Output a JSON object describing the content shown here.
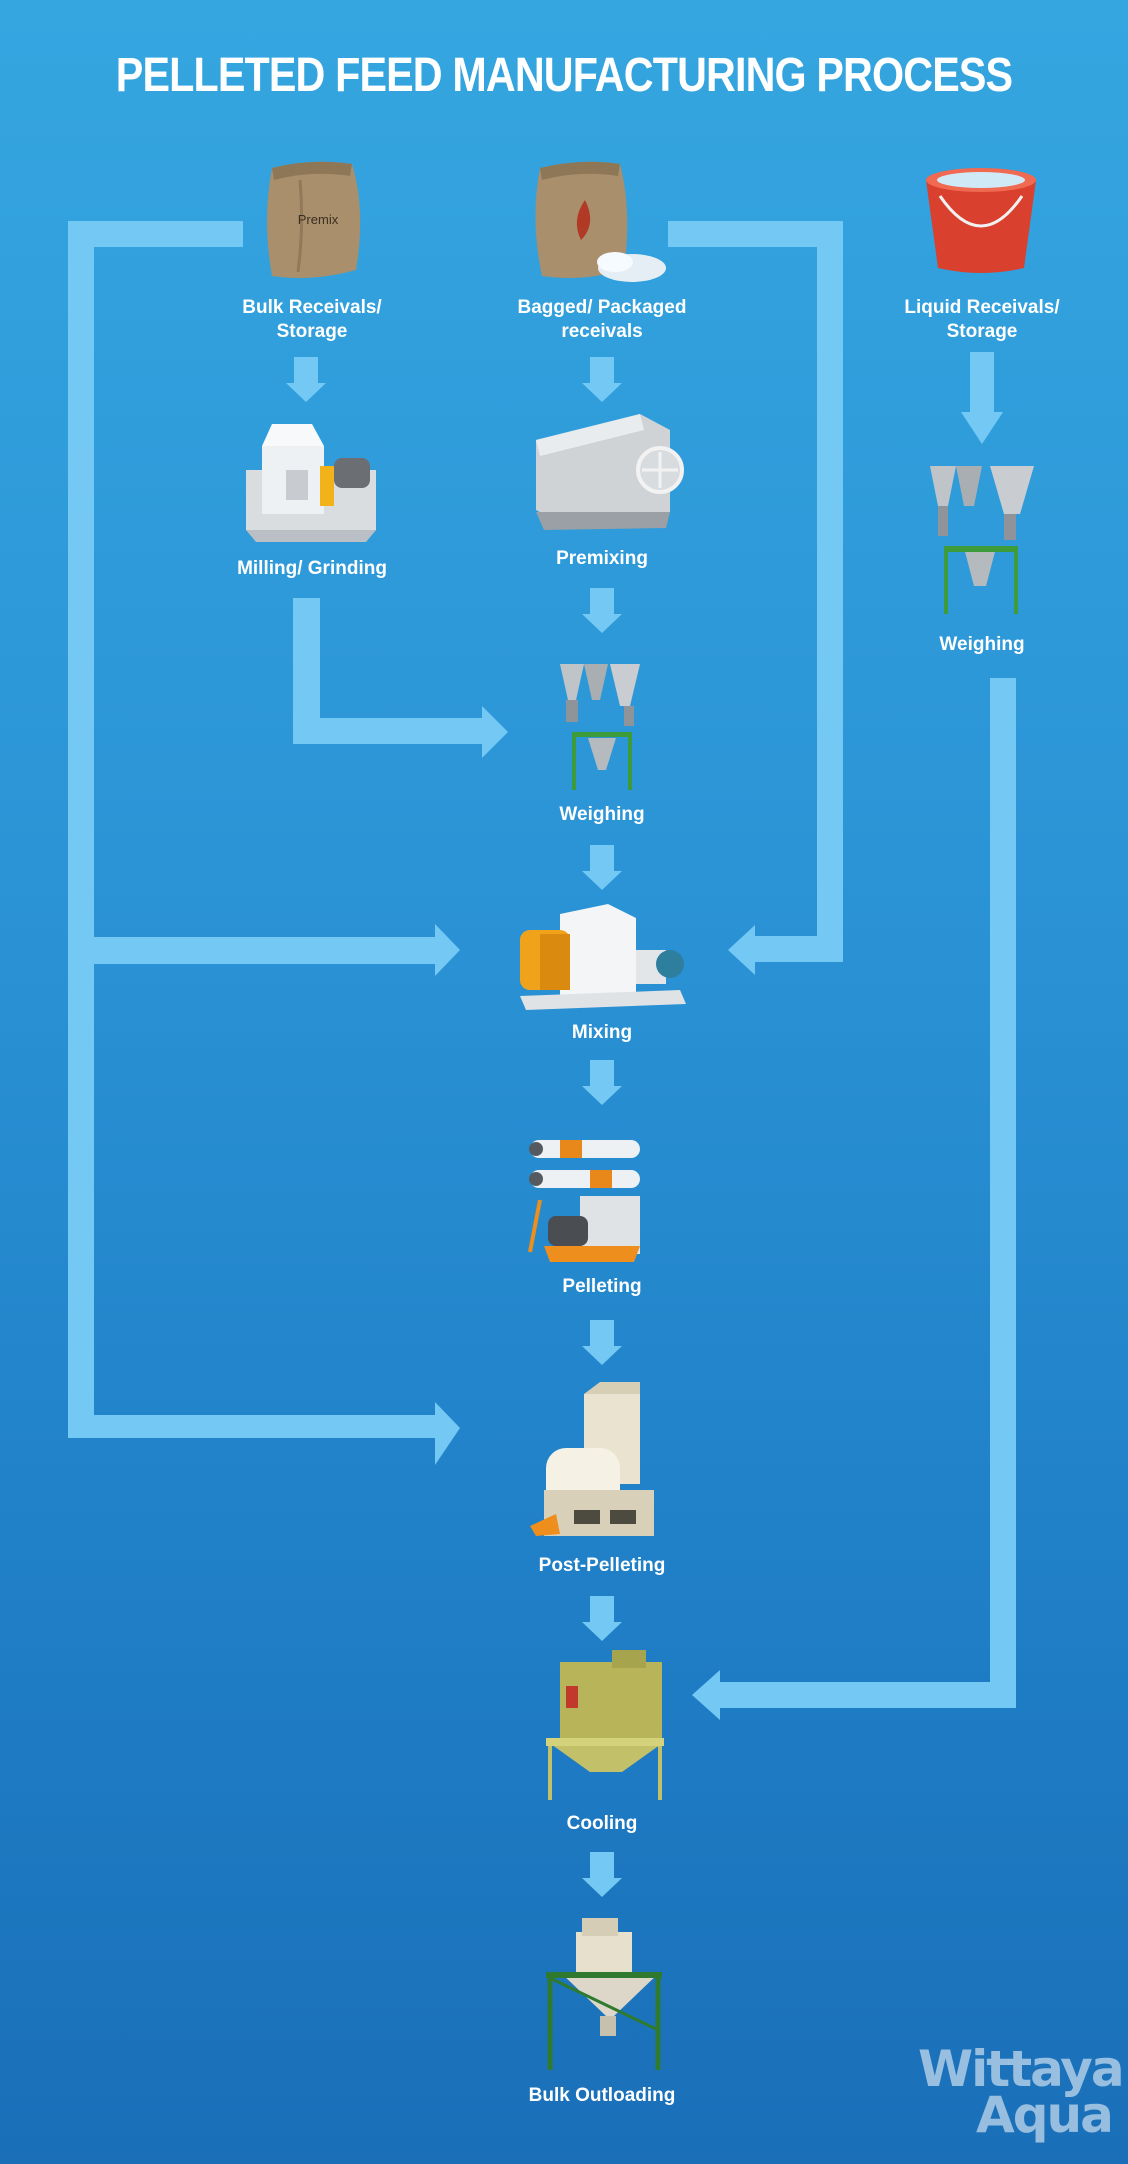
{
  "title": "PELLETED FEED MANUFACTURING PROCESS",
  "steps": {
    "bulk_receivals": "Bulk Receivals/\nStorage",
    "bagged_receivals": "Bagged/ Packaged\nreceivals",
    "liquid_receivals": "Liquid Receivals/\nStorage",
    "milling": "Milling/ Grinding",
    "premixing": "Premixing",
    "weighing_main": "Weighing",
    "weighing_liquid": "Weighing",
    "mixing": "Mixing",
    "pelleting": "Pelleting",
    "post_pelleting": "Post-Pelleting",
    "cooling": "Cooling",
    "bulk_outloading": "Bulk Outloading"
  },
  "bag_label": "Premix",
  "logo": {
    "line1": "Wittaya",
    "line2": "Aqua"
  },
  "colors": {
    "arrow": "#74c8f4",
    "background_top": "#35a6e0",
    "background_bottom": "#1a6fb8"
  }
}
